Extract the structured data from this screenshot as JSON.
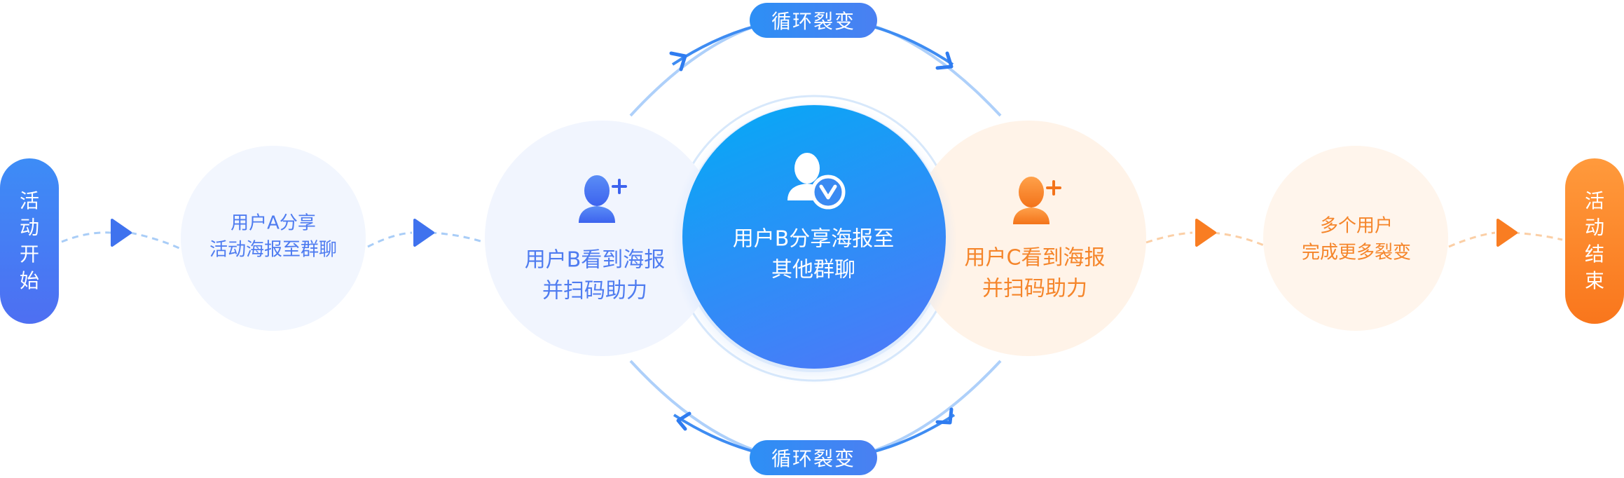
{
  "start": {
    "chars": [
      "活",
      "动",
      "开",
      "始"
    ]
  },
  "end": {
    "chars": [
      "活",
      "动",
      "结",
      "束"
    ]
  },
  "step_a": {
    "line1": "用户A分享",
    "line2": "活动海报至群聊"
  },
  "step_b": {
    "line1": "用户B看到海报",
    "line2": "并扫码助力"
  },
  "center": {
    "line1": "用户B分享海报至",
    "line2": "其他群聊"
  },
  "step_c": {
    "line1": "用户C看到海报",
    "line2": "并扫码助力"
  },
  "step_d": {
    "line1": "多个用户",
    "line2": "完成更多裂变"
  },
  "loop_top": {
    "label": "循环裂变"
  },
  "loop_bottom": {
    "label": "循环裂变"
  },
  "icons": {
    "user_add_blue": "user-add-icon",
    "user_verified": "user-verified-icon",
    "user_add_orange": "user-add-icon"
  },
  "colors": {
    "blue_text": "#4f7cf0",
    "orange_text": "#f5852a",
    "blue_accent": "#3e86f0",
    "orange_accent": "#f97d22",
    "center_grad_top": "#0aa6f6",
    "center_grad_bottom": "#4b7af8"
  }
}
